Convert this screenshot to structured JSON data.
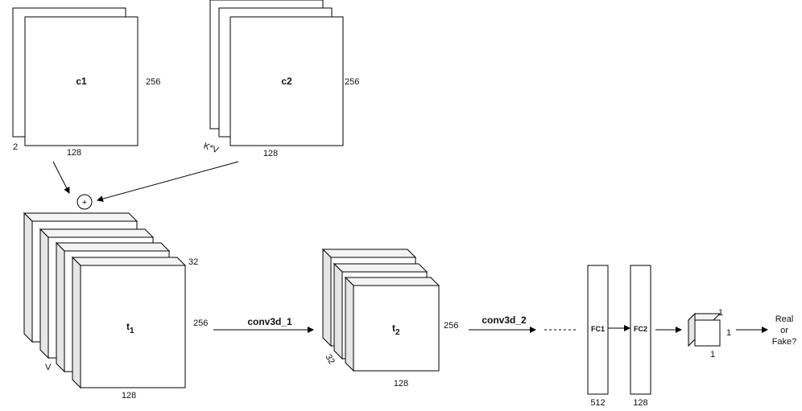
{
  "inputs": {
    "c1": {
      "label": "c1",
      "height": "256",
      "width": "128",
      "depth": "2"
    },
    "c2": {
      "label": "c2",
      "height": "256",
      "width": "128",
      "depth": "K*V"
    }
  },
  "sum_symbol": "+",
  "t1": {
    "label": "t",
    "sub": "1",
    "depth": "32",
    "height": "256",
    "width": "128",
    "count": "V"
  },
  "conv1": {
    "label": "conv3d_1"
  },
  "t2": {
    "label": "t",
    "sub": "2",
    "height": "256",
    "width": "128",
    "depth": "32"
  },
  "conv2": {
    "label": "conv3d_2"
  },
  "fc1": {
    "label": "FC1",
    "size": "512"
  },
  "fc2": {
    "label": "FC2",
    "size": "128"
  },
  "output": {
    "dim_top": "1",
    "dim_right": "1",
    "dim_bottom": "1",
    "line1": "Real",
    "line2": "or",
    "line3": "Fake?"
  },
  "colors": {
    "stroke": "#000000",
    "face": "#ffffff",
    "side": "#e6e6e6"
  }
}
